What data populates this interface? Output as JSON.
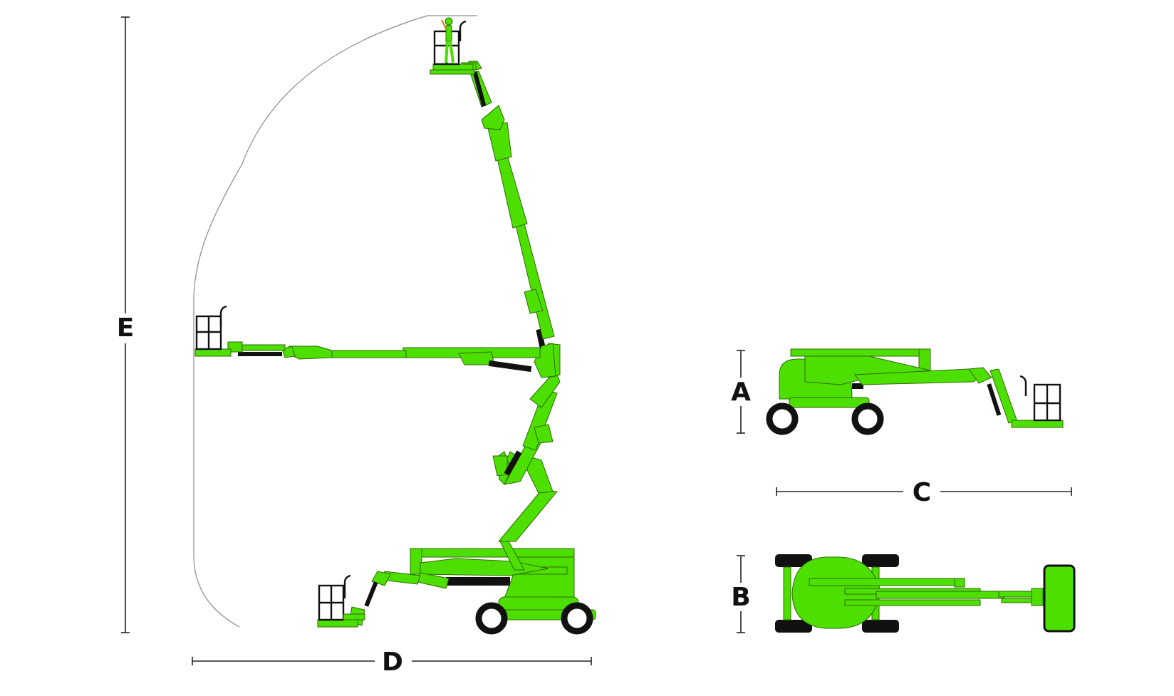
{
  "colors": {
    "machine_green": "#4ddf00",
    "dark": "#111111",
    "envelope": "#8a8a8a"
  },
  "dimensions": {
    "A": "A",
    "B": "B",
    "C": "C",
    "D": "D",
    "E": "E"
  }
}
